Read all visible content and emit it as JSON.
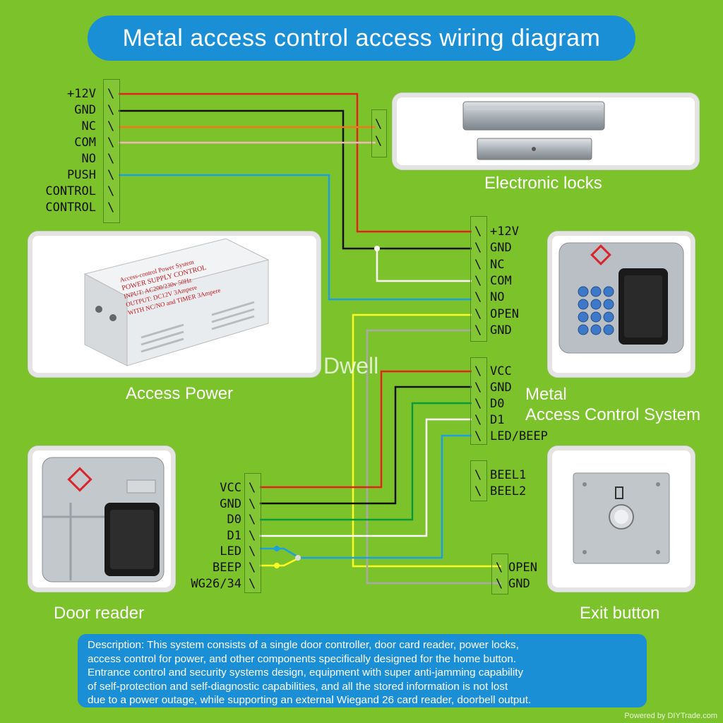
{
  "title": "Metal access control access wiring diagram",
  "watermark": "Dwell",
  "copyright": "Powered by DIYTrade.com",
  "captions": {
    "electronic_locks": "Electronic locks",
    "access_power": "Access Power",
    "metal_line1": "Metal",
    "metal_line2": "Access Control System",
    "door_reader": "Door reader",
    "exit_button": "Exit button"
  },
  "power_label": {
    "line1": "Access-control Power System",
    "line2": "POWER SUPPLY CONTROL",
    "line3": "INPUT: AC200/230v 50Hz",
    "line4": "OUTPUT: DC12V 3Ampere",
    "line5": "WITH NC/NO and TIMER 3Ampere"
  },
  "power_terminals": [
    "+12V",
    "GND",
    "NC",
    "COM",
    "NO",
    "PUSH",
    "CONTROL",
    "CONTROL"
  ],
  "controller_power_terminals": [
    "+12V",
    "GND",
    "NC",
    "COM",
    "NO",
    "OPEN",
    "GND"
  ],
  "controller_reader_terminals": [
    "VCC",
    "GND",
    "D0",
    "D1",
    "LED/BEEP"
  ],
  "controller_bell_terminals": [
    "BEEL1",
    "BEEL2"
  ],
  "reader_terminals": [
    "VCC",
    "GND",
    "D0",
    "D1",
    "LED",
    "BEEP",
    "WG26/34"
  ],
  "exit_terminals": [
    "OPEN",
    "GND"
  ],
  "description": [
    "Description: This system consists of a single door controller, door card reader, power locks,",
    "access control for power, and other components specifically designed for the home button.",
    "Entrance control and security systems design, equipment with super anti-jamming capability",
    "of self-protection and self-diagnostic capabilities, and all the stored information is not lost",
    "due to a power outage, while supporting an external Wiegand 26 card reader, doorbell output."
  ],
  "wire_colors": {
    "red": "#e2231a",
    "black": "#111111",
    "orange": "#f07a1a",
    "pink": "#f2b8b8",
    "blue": "#1ea0e0",
    "white": "#ffffff",
    "yellow": "#ffff22",
    "gray": "#a9a9a9",
    "green": "#0a9a3a",
    "background": "#7cc22b",
    "accent": "#1b8fd6"
  }
}
